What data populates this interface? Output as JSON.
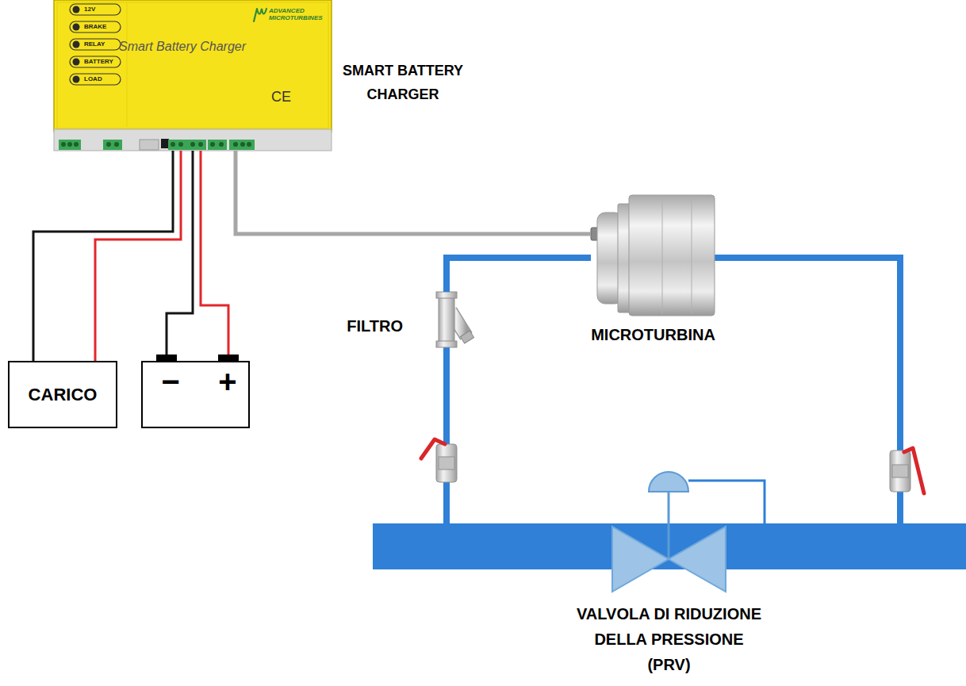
{
  "diagram": {
    "nodes": [
      {
        "text": [
          "Smart Battery Charger"
        ]
      },
      {
        "text": [
          "CARICO"
        ]
      },
      {
        "text": [
          "−",
          "+"
        ]
      },
      {
        "text": [
          "MICROTURBINA"
        ]
      },
      {
        "text": [
          "FILTRO"
        ]
      },
      {
        "text": [
          "VALVOLA DI RIDUZIONE DELLA PRESSIONE (PRV)"
        ]
      }
    ],
    "edges": [
      {
        "from": 0,
        "to": 1,
        "arrow": "none"
      },
      {
        "from": 0,
        "to": 1,
        "arrow": "none"
      },
      {
        "from": 0,
        "to": 2,
        "arrow": "none"
      },
      {
        "from": 0,
        "to": 2,
        "arrow": "none"
      },
      {
        "from": 0,
        "to": 3,
        "arrow": "none"
      },
      {
        "from": 4,
        "to": 3,
        "arrow": "none"
      }
    ],
    "labels": [
      "SMART BATTERY CHARGER",
      "12V",
      "BRAKE",
      "RELAY",
      "BATTERY",
      "LOAD",
      "ADVANCED MICROTURBINES",
      "CE"
    ]
  }
}
